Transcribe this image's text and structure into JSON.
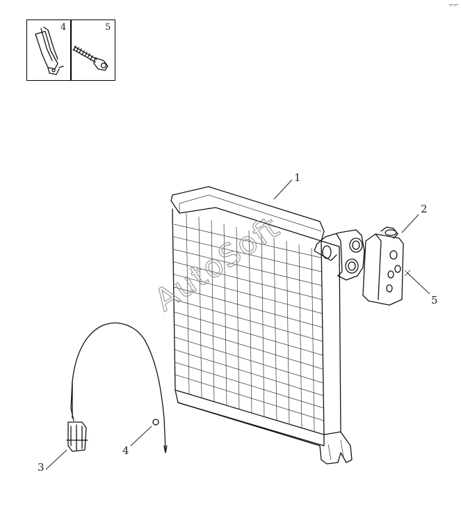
{
  "inset": {
    "left_label": "4",
    "right_label": "5"
  },
  "callouts": {
    "c1": "1",
    "c2": "2",
    "c3": "3",
    "c4": "4",
    "c5": "5"
  },
  "watermark": "AutoSoft",
  "corner_mark": "⌐⌐"
}
